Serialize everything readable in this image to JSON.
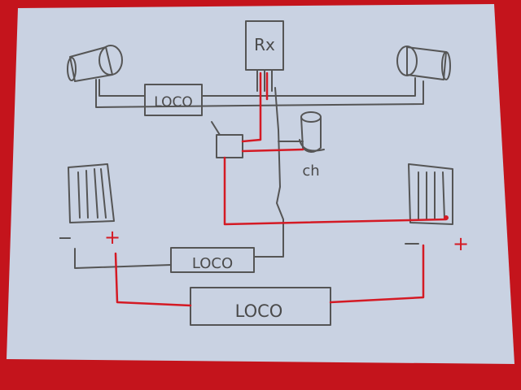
{
  "colors": {
    "background": "#c4141c",
    "paper": "#c9d2e2",
    "pencil": "#555555",
    "red_wire": "#d41a24"
  },
  "labels": {
    "receiver": "Rx",
    "loco_top": "LOCO",
    "loco_middle": "LOCO",
    "loco_bottom": "LOCO",
    "chuff": "ch",
    "left_minus": "−",
    "left_plus": "+",
    "right_minus": "−",
    "right_plus": "+"
  }
}
